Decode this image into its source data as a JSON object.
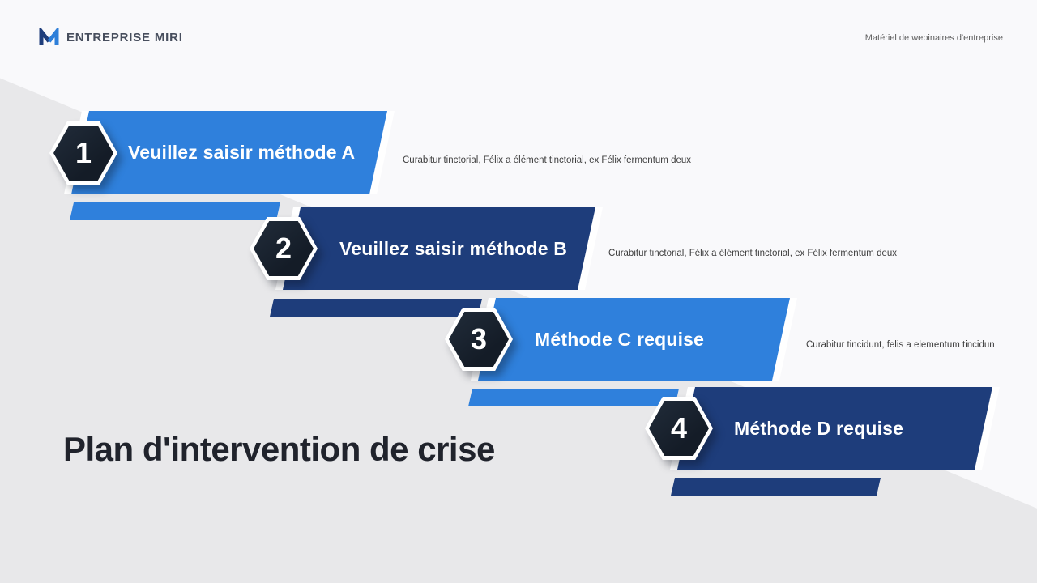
{
  "header": {
    "brand": "ENTREPRISE MIRI",
    "tagline": "Matériel de webinaires d'entreprise"
  },
  "title": "Plan d'intervention de crise",
  "steps": [
    {
      "number": "1",
      "label": "Veuillez saisir méthode A",
      "description": "Curabitur tinctorial, Félix a élément tinctorial, ex Félix fermentum deux",
      "banner_color": "#2f80dc"
    },
    {
      "number": "2",
      "label": "Veuillez saisir méthode B",
      "description": "Curabitur tinctorial, Félix a élément tinctorial, ex Félix fermentum deux",
      "banner_color": "#1e3d7b"
    },
    {
      "number": "3",
      "label": "Méthode C requise",
      "description": "Curabitur tincidunt, felis a elementum tincidun",
      "banner_color": "#2f80dc"
    },
    {
      "number": "4",
      "label": "Méthode D requise",
      "description": "",
      "banner_color": "#1e3d7b"
    }
  ],
  "colors": {
    "accent_blue": "#2f80dc",
    "accent_navy": "#1e3d7b",
    "hexagon_dark": "#141c27",
    "background_light": "#f9f9fb",
    "background_gray": "#e8e8ea"
  }
}
